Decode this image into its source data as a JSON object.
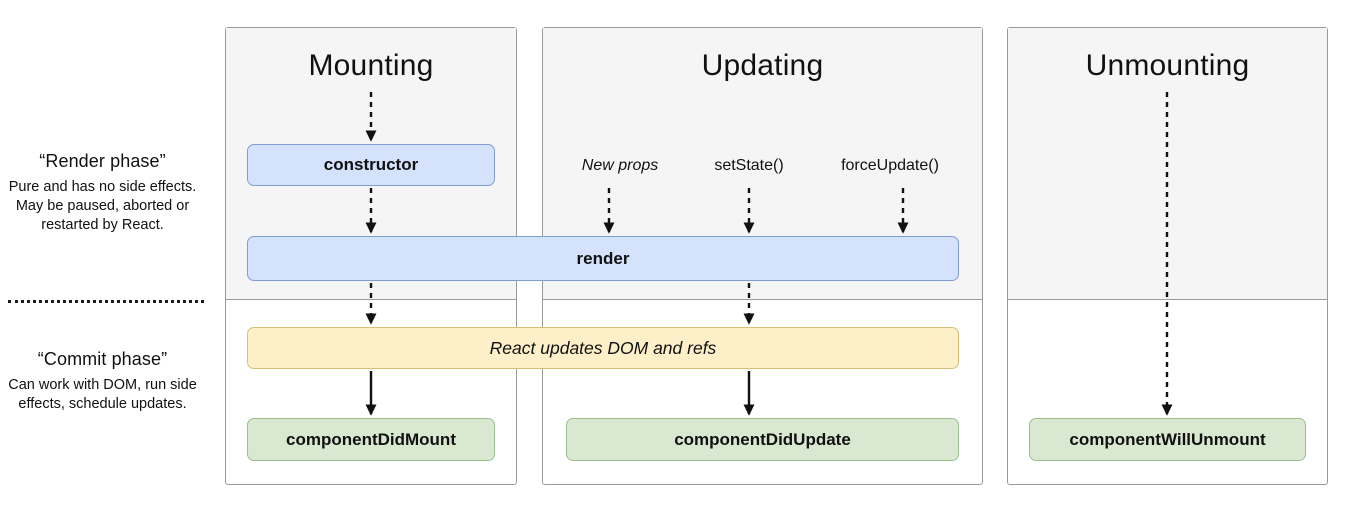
{
  "diagram": {
    "title": "React component lifecycle diagram",
    "colors": {
      "blue_fill": "#d4e2fc",
      "blue_stroke": "#7e9ed4",
      "yellow_fill": "#fdefc8",
      "yellow_stroke": "#d9bf72",
      "green_fill": "#d9e9d1",
      "green_stroke": "#9bbf8c",
      "column_bg": "#f5f5f5",
      "column_stroke": "#9a9a9a",
      "text": "#111111"
    }
  },
  "phases": [
    {
      "id": "render",
      "title": "“Render phase”",
      "description": "Pure and has no side effects. May be paused, aborted or restarted by React."
    },
    {
      "id": "commit",
      "title": "“Commit phase”",
      "description": "Can work with DOM, run side effects, schedule updates."
    }
  ],
  "columns": [
    {
      "id": "mounting",
      "title": "Mounting"
    },
    {
      "id": "updating",
      "title": "Updating"
    },
    {
      "id": "unmounting",
      "title": "Unmounting"
    }
  ],
  "triggers": [
    {
      "id": "new-props",
      "label": "New props",
      "style": "italic"
    },
    {
      "id": "set-state",
      "label": "setState()",
      "style": "normal"
    },
    {
      "id": "force-update",
      "label": "forceUpdate()",
      "style": "normal"
    }
  ],
  "nodes": [
    {
      "id": "constructor",
      "label": "constructor",
      "color": "blue",
      "phase": "render",
      "column": "mounting"
    },
    {
      "id": "render",
      "label": "render",
      "color": "blue",
      "phase": "render",
      "column": "mounting+updating"
    },
    {
      "id": "react-updates",
      "label": "React updates DOM and refs",
      "color": "yellow",
      "phase": "commit",
      "column": "mounting+updating"
    },
    {
      "id": "component-did-mount",
      "label": "componentDidMount",
      "color": "green",
      "phase": "commit",
      "column": "mounting"
    },
    {
      "id": "component-did-update",
      "label": "componentDidUpdate",
      "color": "green",
      "phase": "commit",
      "column": "updating"
    },
    {
      "id": "component-will-unmount",
      "label": "componentWillUnmount",
      "color": "green",
      "phase": "commit",
      "column": "unmounting"
    }
  ],
  "edges": [
    {
      "from": "mounting-title",
      "to": "constructor",
      "style": "dashed"
    },
    {
      "from": "constructor",
      "to": "render",
      "style": "dashed"
    },
    {
      "from": "new-props",
      "to": "render",
      "style": "dashed"
    },
    {
      "from": "set-state",
      "to": "render",
      "style": "dashed"
    },
    {
      "from": "force-update",
      "to": "render",
      "style": "dashed"
    },
    {
      "from": "render",
      "to": "react-updates",
      "style": "dashed"
    },
    {
      "from": "react-updates",
      "to": "component-did-mount",
      "style": "solid"
    },
    {
      "from": "react-updates",
      "to": "component-did-update",
      "style": "solid"
    },
    {
      "from": "unmounting-title",
      "to": "component-will-unmount",
      "style": "dashed"
    }
  ]
}
